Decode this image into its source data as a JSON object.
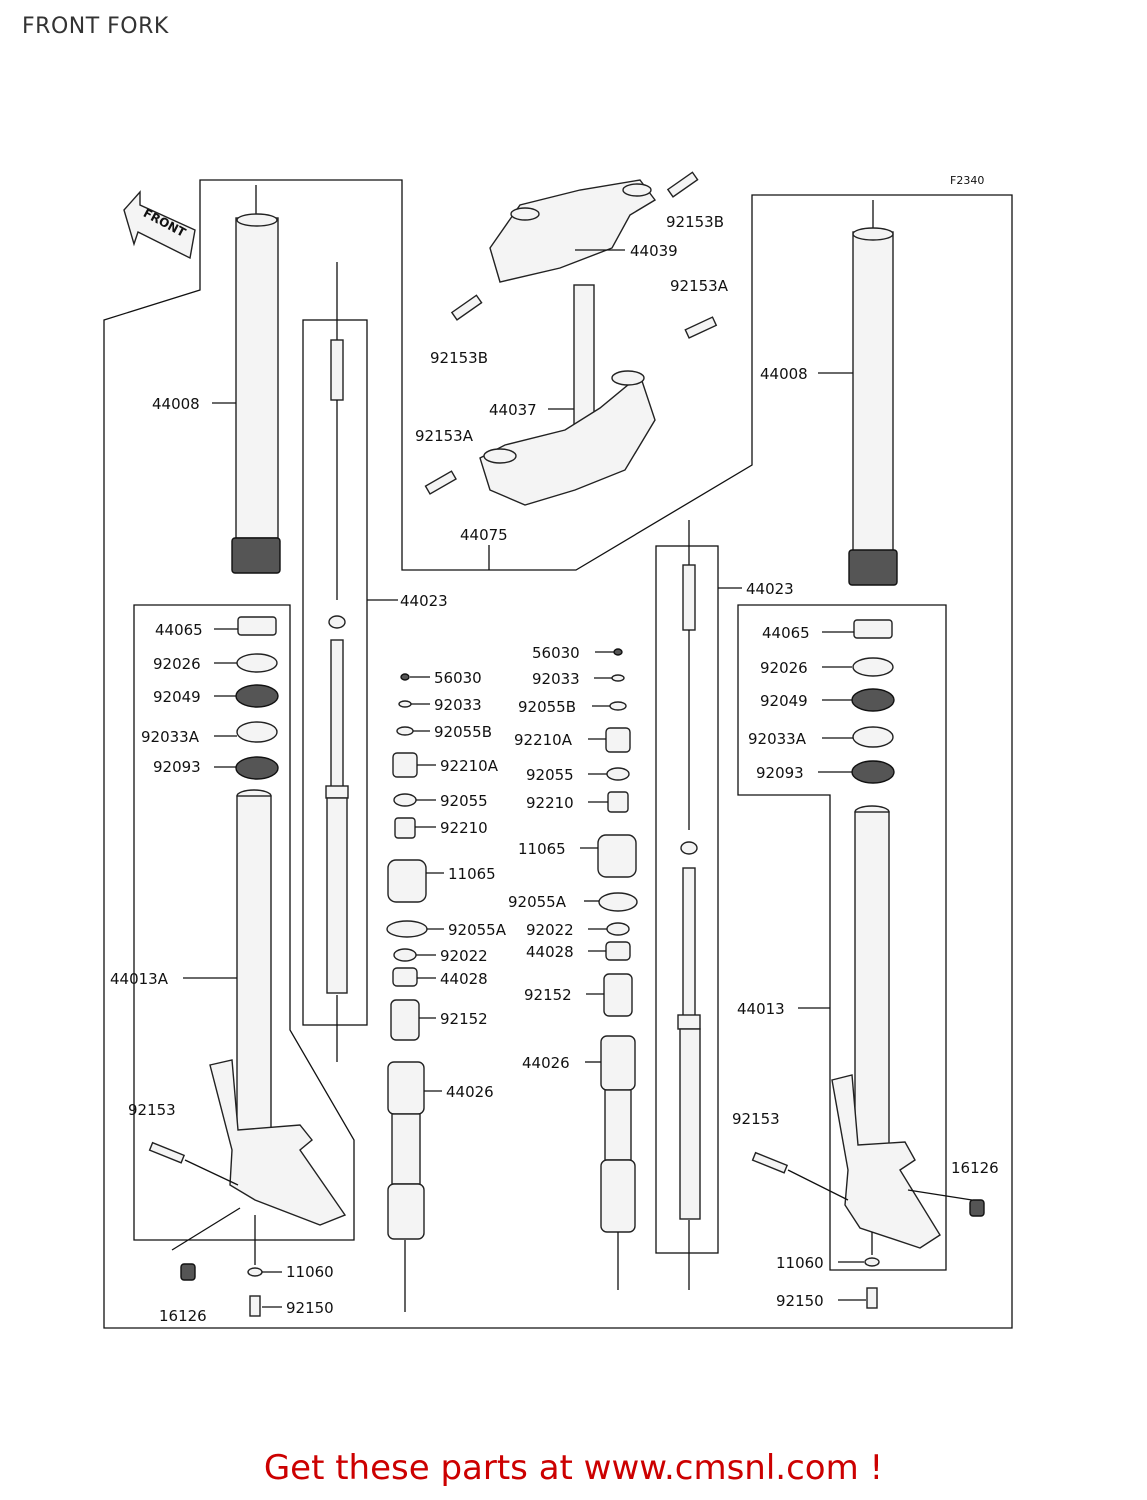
{
  "header": {
    "title": "FRONT FORK"
  },
  "diagram": {
    "figure_code": "F2340",
    "direction_label": "FRONT",
    "part_labels": {
      "p44008_left": "44008",
      "p44008_right": "44008",
      "p44023_left": "44023",
      "p44023_right": "44023",
      "p44075": "44075",
      "p44039": "44039",
      "p92153B_top": "92153B",
      "p92153B_mid": "92153B",
      "p92153A_top": "92153A",
      "p92153A_mid": "92153A",
      "p44037": "44037",
      "p44065_left": "44065",
      "p44065_right": "44065",
      "p92026_left": "92026",
      "p92026_right": "92026",
      "p92049_left": "92049",
      "p92049_right": "92049",
      "p92033A_left": "92033A",
      "p92033A_right": "92033A",
      "p92093_left": "92093",
      "p92093_right": "92093",
      "p44013A": "44013A",
      "p44013": "44013",
      "p92153_left": "92153",
      "p92153_right": "92153",
      "p16126_left": "16126",
      "p16126_right": "16126",
      "p11060_left": "11060",
      "p11060_right": "11060",
      "p92150_left": "92150",
      "p92150_right": "92150",
      "p56030_a": "56030",
      "p56030_b": "56030",
      "p92033_a": "92033",
      "p92033_b": "92033",
      "p92055B_a": "92055B",
      "p92055B_b": "92055B",
      "p92210A_a": "92210A",
      "p92210A_b": "92210A",
      "p92055_a": "92055",
      "p92055_b": "92055",
      "p92210_a": "92210",
      "p92210_b": "92210",
      "p11065_a": "11065",
      "p11065_b": "11065",
      "p92055A_a": "92055A",
      "p92055A_b": "92055A",
      "p92022_a": "92022",
      "p92022_b": "92022",
      "p44028_a": "44028",
      "p44028_b": "44028",
      "p92152_a": "92152",
      "p92152_b": "92152",
      "p44026_a": "44026",
      "p44026_b": "44026"
    }
  },
  "footer": {
    "link_text": "Get these parts at www.cmsnl.com !",
    "color": "#cc0000"
  }
}
